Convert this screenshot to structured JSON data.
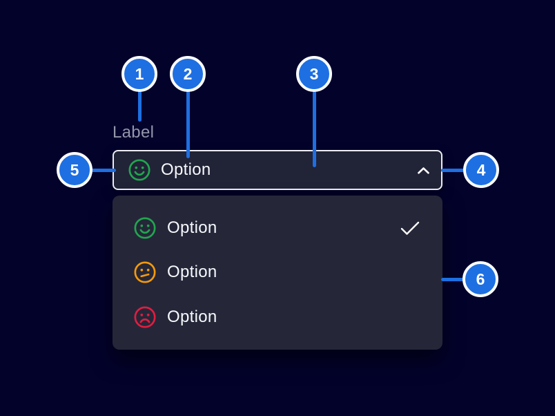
{
  "component": {
    "label": "Label",
    "select_field": {
      "value": "Option",
      "value_icon": "happy-face-icon",
      "toggle_icon": "chevron-up-icon",
      "state": "expanded"
    },
    "dropdown": {
      "options": [
        {
          "label": "Option",
          "icon": "happy-face-icon",
          "selected": true
        },
        {
          "label": "Option",
          "icon": "neutral-face-icon",
          "selected": false
        },
        {
          "label": "Option",
          "icon": "sad-face-icon",
          "selected": false
        }
      ],
      "selected_check_icon": "check-icon"
    }
  },
  "callouts": [
    {
      "number": "1"
    },
    {
      "number": "2"
    },
    {
      "number": "3"
    },
    {
      "number": "4"
    },
    {
      "number": "5"
    },
    {
      "number": "6"
    }
  ],
  "colors": {
    "background": "#03022b",
    "field_fill": "#212337",
    "field_border": "#edeef4",
    "menu_fill": "#252739",
    "callout_blue": "#1e6fe2",
    "connector_blue": "#1e6fe2",
    "positive_green": "#21a64e",
    "neutral_orange": "#f59a0a",
    "negative_red": "#e11d3f",
    "label_gray": "#9496ab",
    "text_white": "#f7f8fc"
  }
}
